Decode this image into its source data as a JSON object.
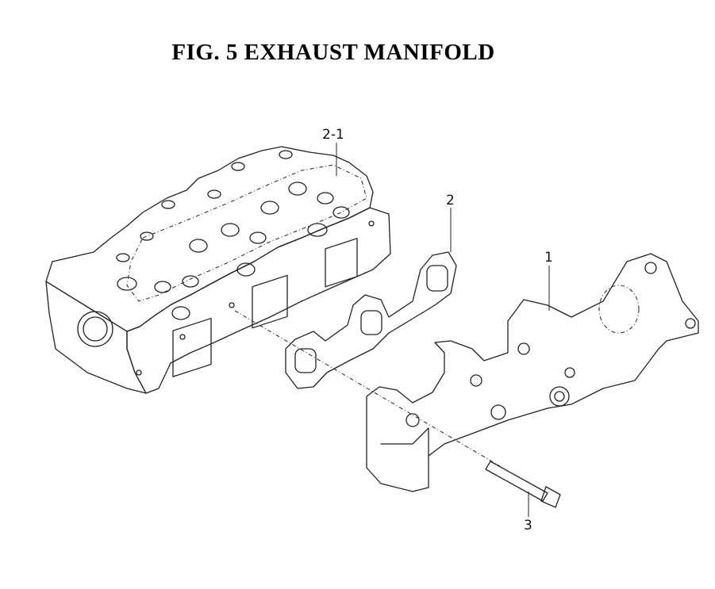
{
  "figure": {
    "title": "FIG. 5 EXHAUST MANIFOLD"
  },
  "callouts": [
    {
      "id": "2-1",
      "label": "2-1",
      "part": "cylinder-head-gasket"
    },
    {
      "id": "2",
      "label": "2",
      "part": "exhaust-manifold-gasket"
    },
    {
      "id": "1",
      "label": "1",
      "part": "exhaust-manifold"
    },
    {
      "id": "3",
      "label": "3",
      "part": "manifold-bolt"
    }
  ]
}
